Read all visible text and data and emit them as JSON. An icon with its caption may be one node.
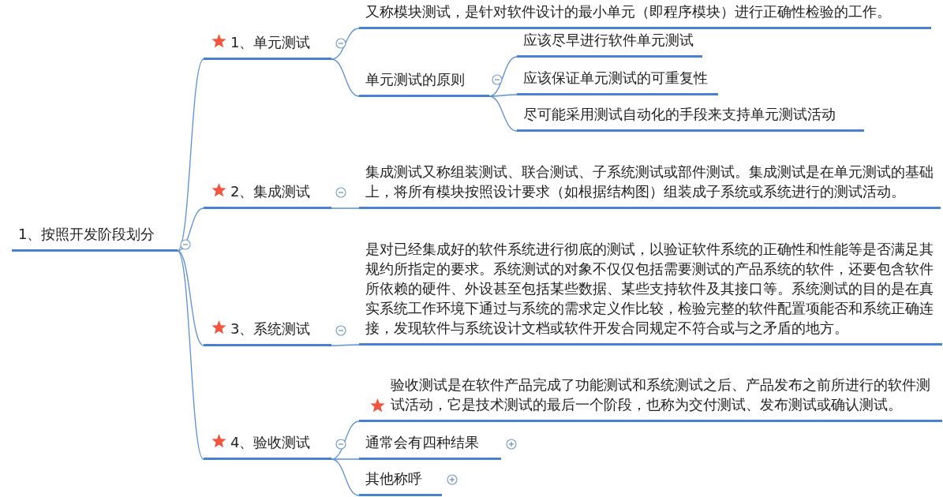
{
  "diagram": {
    "nodes": [
      {
        "text": [
          "1、按照开发阶段划分"
        ]
      },
      {
        "text": [
          "1、单元测试"
        ]
      },
      {
        "text": [
          "又称模块测试，是针对软件设计的最小单元（即程序模块）进行正确性检验的工作。"
        ]
      },
      {
        "text": [
          "单元测试的原则"
        ]
      },
      {
        "text": [
          "应该尽早进行软件单元测试"
        ]
      },
      {
        "text": [
          "应该保证单元测试的可重复性"
        ]
      },
      {
        "text": [
          "尽可能采用测试自动化的手段来支持单元测试活动"
        ]
      },
      {
        "text": [
          "2、集成测试"
        ]
      },
      {
        "text": [
          "集成测试又称组装测试、联合测试、子系统测试或部件测试。集成测试是在单元测试的基础上，将所有模块按照设计要求（如根据结构图）组装成子系统或系统进行的测试活动。"
        ]
      },
      {
        "text": [
          "3、系统测试"
        ]
      },
      {
        "text": [
          "是对已经集成好的软件系统进行彻底的测试，以验证软件系统的正确性和性能等是否满足其规约所指定的要求。系统测试的对象不仅仅包括需要测试的产品系统的软件，还要包含软件所依赖的硬件、外设甚至包括某些数据、某些支持软件及其接口等。系统测试的目的是在真实系统工作环境下通过与系统的需求定义作比较，检验完整的软件配置项能否和系统正确连接，发现软件与系统设计文档或软件开发合同规定不符合或与之矛盾的地方。"
        ]
      },
      {
        "text": [
          "4、验收测试"
        ]
      },
      {
        "text": [
          "验收测试是在软件产品完成了功能测试和系统测试之后、产品发布之前所进行的软件测试活动，它是技术测试的最后一个阶段，也称为交付测试、发布测试或确认测试。"
        ]
      },
      {
        "text": [
          "通常会有四种结果"
        ]
      },
      {
        "text": [
          "其他称呼"
        ]
      }
    ],
    "edges": [
      {
        "from": 0,
        "to": 1,
        "arrow": "none"
      },
      {
        "from": 0,
        "to": 7,
        "arrow": "none"
      },
      {
        "from": 0,
        "to": 9,
        "arrow": "none"
      },
      {
        "from": 0,
        "to": 11,
        "arrow": "none"
      },
      {
        "from": 1,
        "to": 2,
        "arrow": "none"
      },
      {
        "from": 1,
        "to": 3,
        "arrow": "none"
      },
      {
        "from": 3,
        "to": 4,
        "arrow": "none"
      },
      {
        "from": 3,
        "to": 5,
        "arrow": "none"
      },
      {
        "from": 3,
        "to": 6,
        "arrow": "none"
      },
      {
        "from": 7,
        "to": 8,
        "arrow": "none"
      },
      {
        "from": 9,
        "to": 10,
        "arrow": "none"
      },
      {
        "from": 11,
        "to": 12,
        "arrow": "none"
      },
      {
        "from": 11,
        "to": 13,
        "arrow": "none"
      },
      {
        "from": 11,
        "to": 14,
        "arrow": "none"
      }
    ]
  }
}
